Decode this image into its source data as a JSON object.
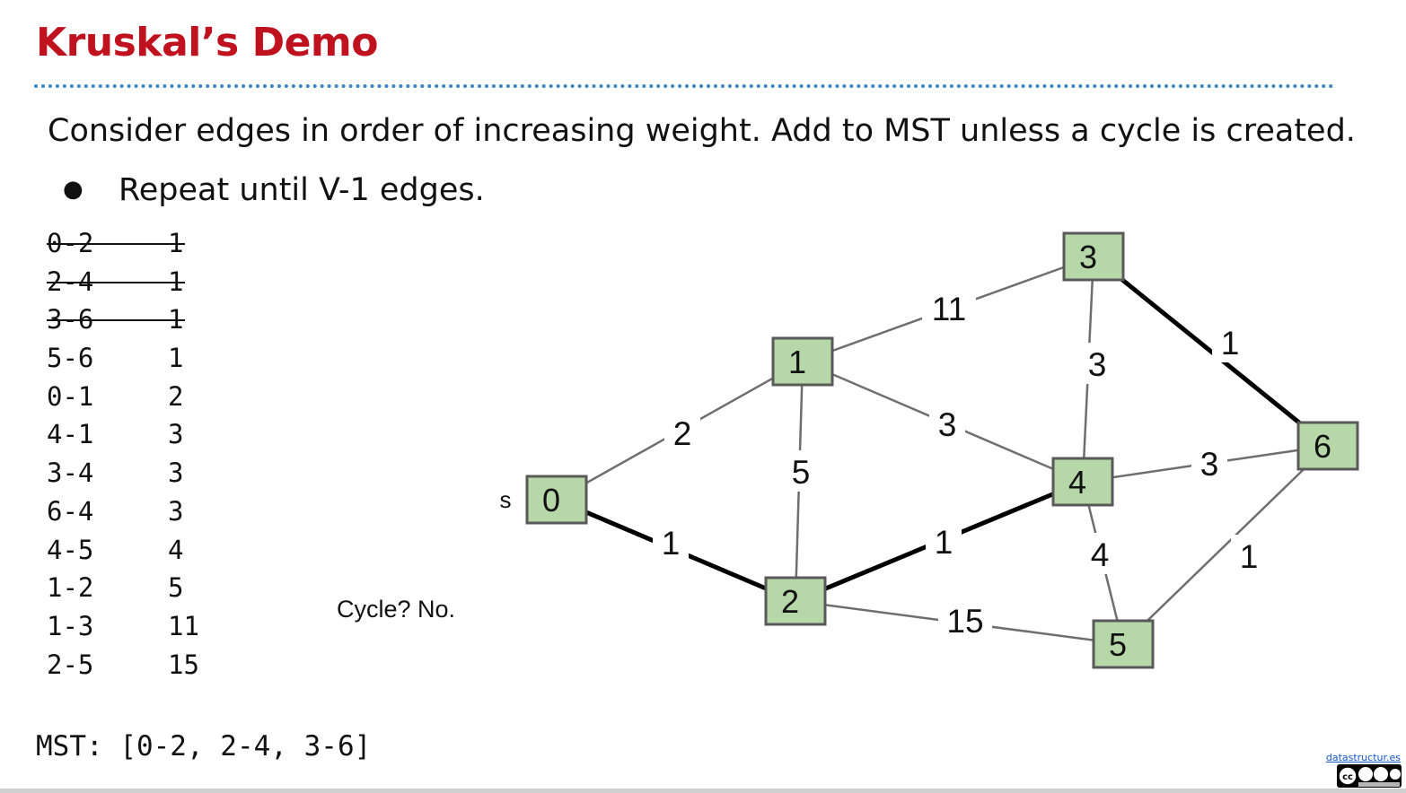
{
  "slide": {
    "title": "Kruskal’s Demo",
    "line1": "Consider edges in order of increasing weight. Add to MST unless a cycle is created.",
    "bullet_symbol": "●",
    "bullet_text": "Repeat until V-1 edges.",
    "status": "Cycle? No.",
    "mst": "MST: [0-2, 2-4, 3-6]",
    "credit": "datastructur.es",
    "license_badge": "cc-by-nc-sa-icon"
  },
  "edge_list": [
    {
      "edge": "0-2",
      "weight": "1",
      "considered": true
    },
    {
      "edge": "2-4",
      "weight": "1",
      "considered": true
    },
    {
      "edge": "3-6",
      "weight": "1",
      "considered": true
    },
    {
      "edge": "5-6",
      "weight": "1",
      "considered": false
    },
    {
      "edge": "0-1",
      "weight": "2",
      "considered": false
    },
    {
      "edge": "4-1",
      "weight": "3",
      "considered": false
    },
    {
      "edge": "3-4",
      "weight": "3",
      "considered": false
    },
    {
      "edge": "6-4",
      "weight": "3",
      "considered": false
    },
    {
      "edge": "4-5",
      "weight": "4",
      "considered": false
    },
    {
      "edge": "1-2",
      "weight": "5",
      "considered": false
    },
    {
      "edge": "1-3",
      "weight": "11",
      "considered": false
    },
    {
      "edge": "2-5",
      "weight": "15",
      "considered": false
    }
  ],
  "graph": {
    "source_label": "s",
    "nodes": [
      "0",
      "1",
      "2",
      "3",
      "4",
      "5",
      "6"
    ],
    "edges": [
      {
        "from": "0",
        "to": "1",
        "weight": "2",
        "in_mst": false
      },
      {
        "from": "0",
        "to": "2",
        "weight": "1",
        "in_mst": true
      },
      {
        "from": "1",
        "to": "2",
        "weight": "5",
        "in_mst": false
      },
      {
        "from": "1",
        "to": "3",
        "weight": "11",
        "in_mst": false
      },
      {
        "from": "1",
        "to": "4",
        "weight": "3",
        "in_mst": false
      },
      {
        "from": "2",
        "to": "4",
        "weight": "1",
        "in_mst": true
      },
      {
        "from": "2",
        "to": "5",
        "weight": "15",
        "in_mst": false
      },
      {
        "from": "3",
        "to": "4",
        "weight": "3",
        "in_mst": false
      },
      {
        "from": "3",
        "to": "6",
        "weight": "1",
        "in_mst": true
      },
      {
        "from": "4",
        "to": "6",
        "weight": "3",
        "in_mst": false
      },
      {
        "from": "4",
        "to": "5",
        "weight": "4",
        "in_mst": false
      },
      {
        "from": "5",
        "to": "6",
        "weight": "1",
        "in_mst": false
      }
    ],
    "colors": {
      "node_fill": "#b6d7a8",
      "node_stroke": "#595959",
      "edge": "#6e6e6e",
      "mst_edge": "#000000",
      "title": "#c0111f"
    }
  }
}
